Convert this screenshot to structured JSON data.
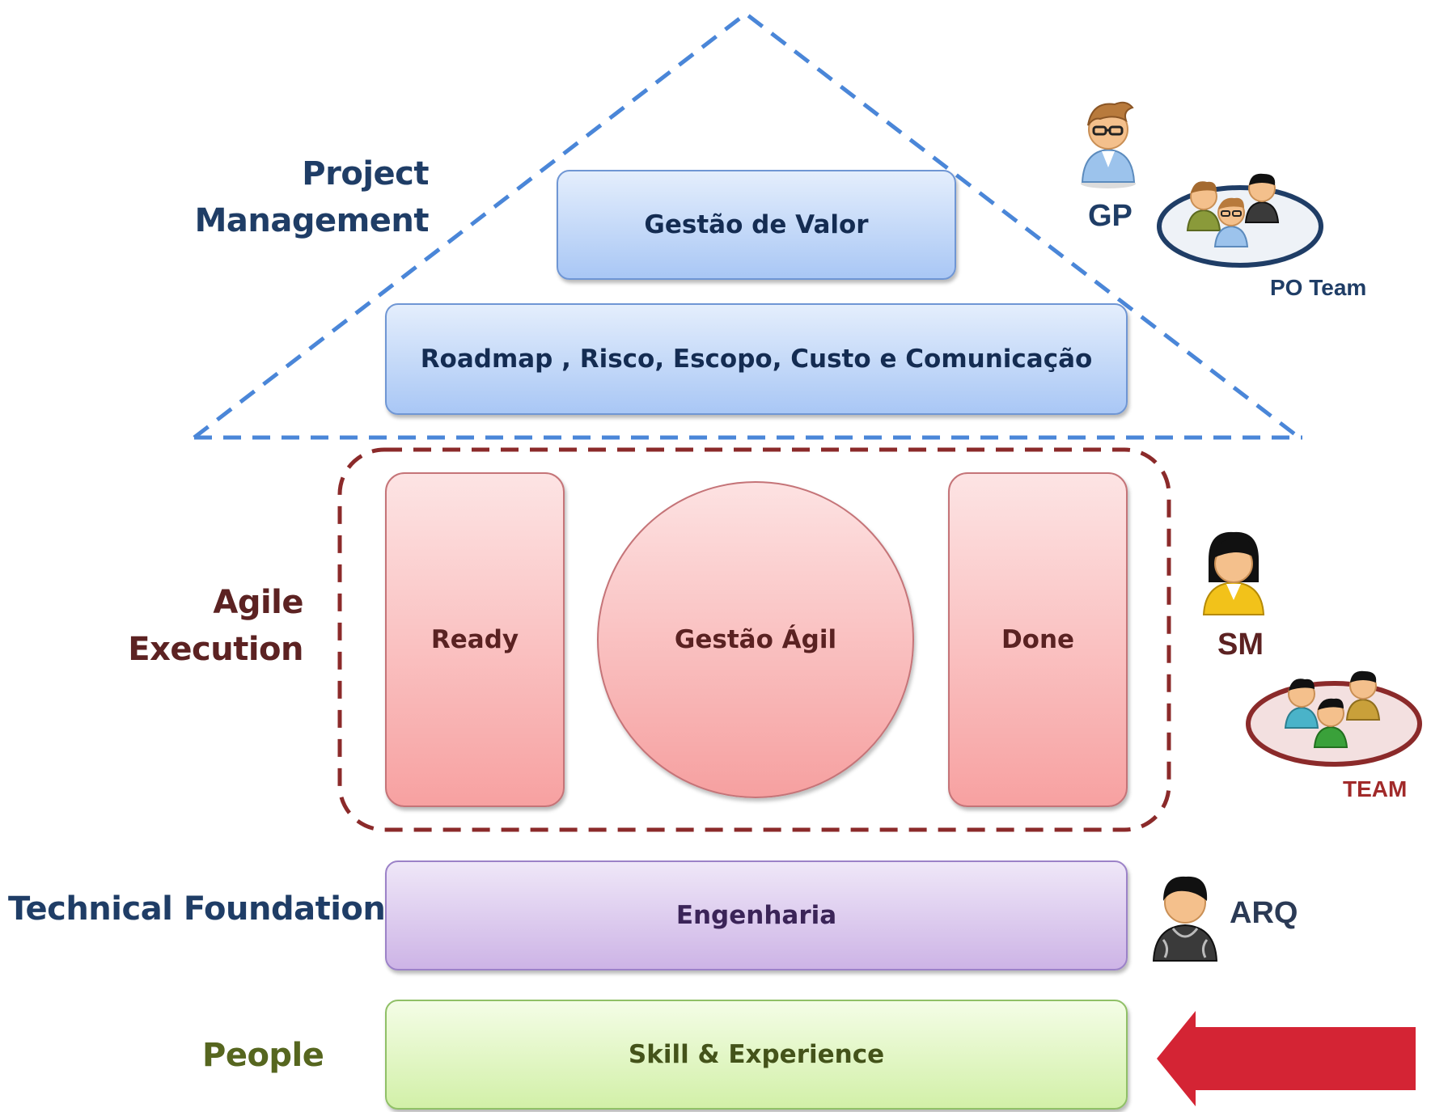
{
  "layers": {
    "project_management": "Project\nManagement",
    "agile_execution": "Agile\nExecution",
    "technical_foundation": "Technical Foundation",
    "people": "People"
  },
  "boxes": {
    "gestao_valor": "Gestão de Valor",
    "roadmap": "Roadmap , Risco, Escopo, Custo e Comunicação",
    "ready": "Ready",
    "gestao_agil": "Gestão Ágil",
    "done": "Done",
    "engenharia": "Engenharia",
    "skill": "Skill & Experience"
  },
  "roles": {
    "gp": "GP",
    "po_team": "PO Team",
    "sm": "SM",
    "team": "TEAM",
    "arq": "ARQ"
  },
  "colors": {
    "roof_dash": "#4a86d8",
    "agile_dash": "#8b2a2a",
    "arrow": "#d42434"
  }
}
